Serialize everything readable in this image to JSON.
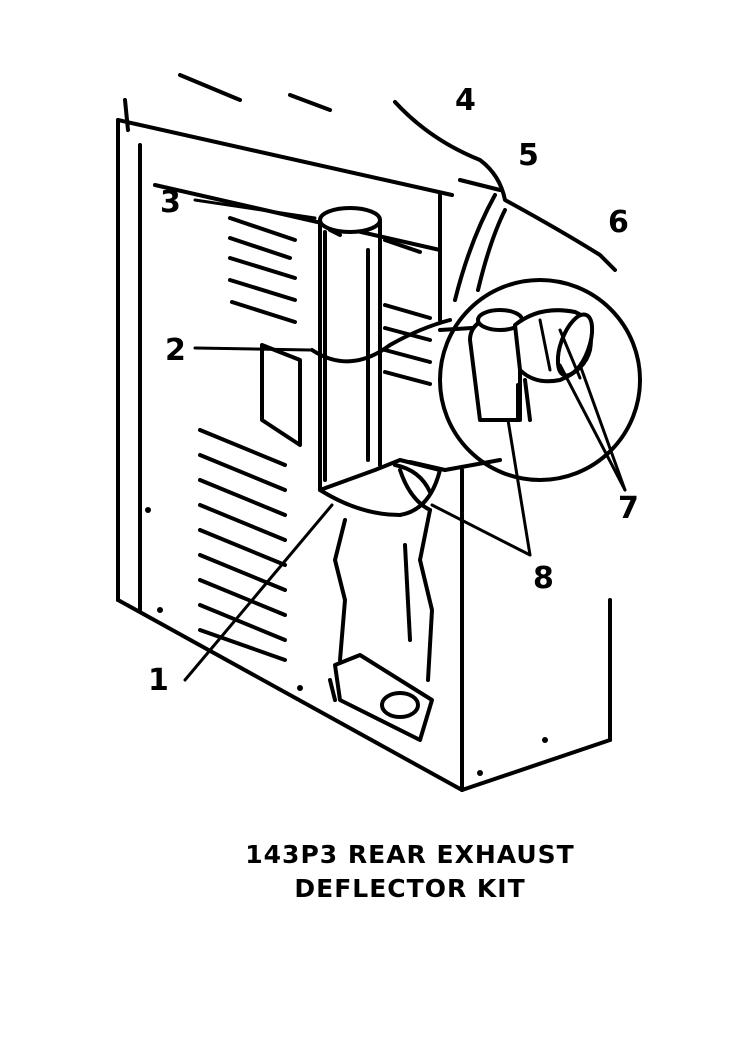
{
  "callouts": {
    "c1": "1",
    "c2": "2",
    "c3": "3",
    "c4": "4",
    "c5": "5",
    "c6": "6",
    "c7": "7",
    "c8": "8"
  },
  "caption": {
    "line1": "143P3 REAR EXHAUST",
    "line2": "DEFLECTOR KIT"
  }
}
